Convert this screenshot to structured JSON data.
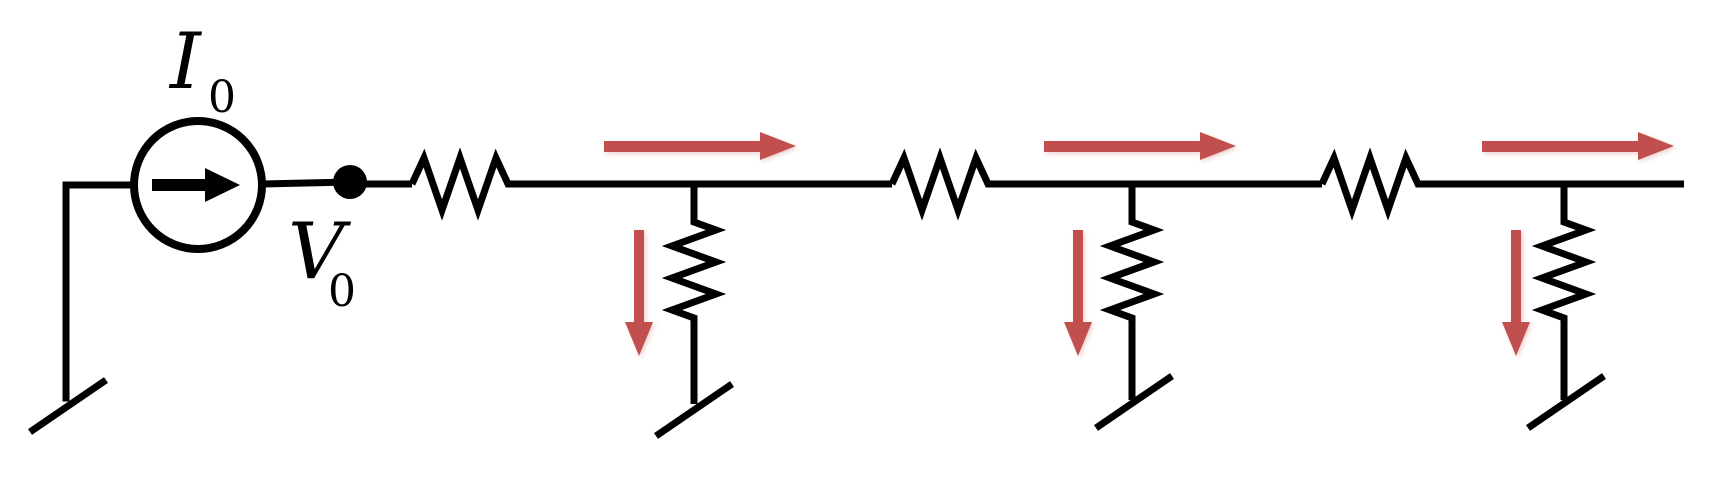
{
  "source": {
    "symbol": "I",
    "subscript": "0"
  },
  "node": {
    "symbol": "V",
    "subscript": "0"
  },
  "colors": {
    "wire": "#000000",
    "current_arrow": "#c0504d"
  },
  "icons": {
    "source": "current-source-icon",
    "series_resistor": "resistor-icon",
    "shunt_resistor": "resistor-icon",
    "ground": "ground-icon",
    "series_current": "arrow-right-icon",
    "shunt_current": "arrow-down-icon"
  },
  "ladder_sections": 3
}
